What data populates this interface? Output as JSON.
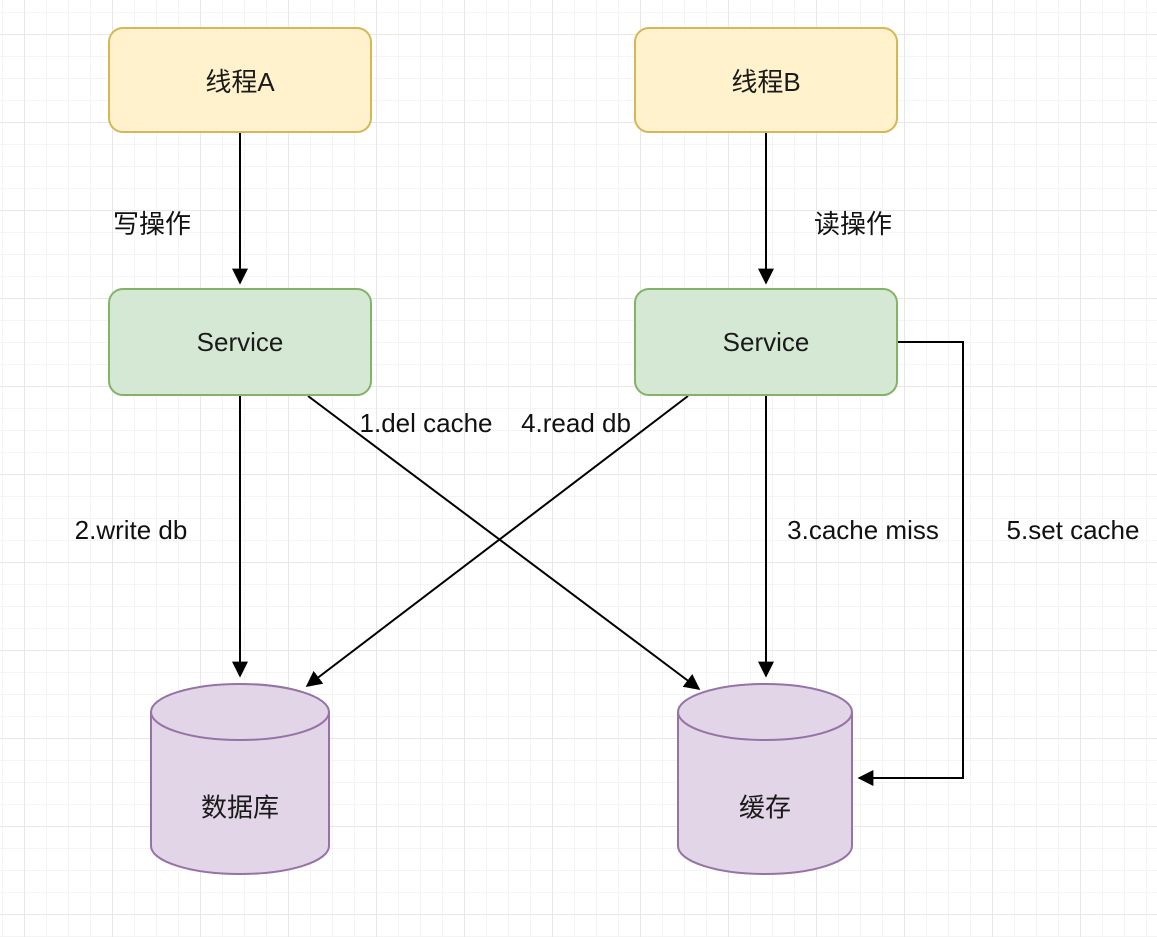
{
  "diagram": {
    "nodes": {
      "thread_a": "线程A",
      "thread_b": "线程B",
      "service_a": "Service",
      "service_b": "Service",
      "database": "数据库",
      "cache": "缓存"
    },
    "edge_labels": {
      "write_op": "写操作",
      "read_op": "读操作",
      "del_cache": "1.del cache",
      "write_db": "2.write db",
      "cache_miss": "3.cache miss",
      "read_db": "4.read db",
      "set_cache": "5.set cache"
    },
    "colors": {
      "thread_fill": "#fff2cc",
      "thread_border": "#d6b656",
      "service_fill": "#d5e8d4",
      "service_border": "#82b366",
      "store_fill": "#e1d5e7",
      "store_border": "#9673a6",
      "arrow": "#000000",
      "grid_minor": "#f4f4f4",
      "grid_major": "#e7e7e7",
      "background": "#ffffff"
    }
  }
}
